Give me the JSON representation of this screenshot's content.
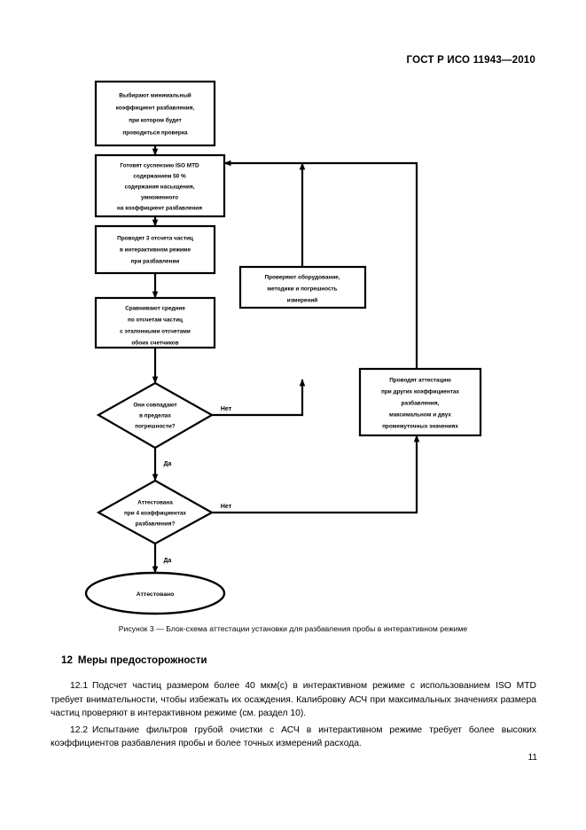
{
  "document": {
    "header": "ГОСТ Р ИСО 11943—2010",
    "page_number": "11"
  },
  "figure": {
    "caption": "Рисунок 3 — Блок-схема аттестации установки для разбавления пробы в интерактивном режиме",
    "nodes": {
      "box1": {
        "lines": [
          "Выбирают минимальный",
          "коэффициент разбавления,",
          "при котором будет",
          "проводиться проверка"
        ]
      },
      "box2": {
        "lines": [
          "Готовят суспензию ISO MTD",
          "содержанием 50 %",
          "содержания насыщения,",
          "умноженного",
          "на коэффициент разбавления"
        ]
      },
      "box3": {
        "lines": [
          "Проводят 3 отсчета частиц",
          "в интерактивном режиме",
          "при разбавлении"
        ]
      },
      "box4": {
        "lines": [
          "Сравнивают средние",
          "по отсчетам частиц",
          "с эталонными отсчетами",
          "обоих счетчиков"
        ]
      },
      "decision1": {
        "lines": [
          "Они совпадают",
          "в пределах",
          "погрешности?"
        ]
      },
      "decision2": {
        "lines": [
          "Аттестована",
          "при 4 коэффициентах",
          "разбавления?"
        ]
      },
      "box_check": {
        "lines": [
          "Проверяют оборудование,",
          "методики и погрешность",
          "измерений"
        ]
      },
      "box_other": {
        "lines": [
          "Проводят аттестацию",
          "при других коэффициентах",
          "разбавления,",
          "максимальном и двух",
          "промежуточных значениях"
        ]
      },
      "terminal": {
        "label": "Аттестовано"
      }
    },
    "edge_labels": {
      "decision1_no": "Нет",
      "decision1_yes": "Да",
      "decision2_no": "Нет",
      "decision2_yes": "Да"
    }
  },
  "section": {
    "number": "12",
    "title": "Меры предосторожности",
    "paragraphs": [
      {
        "number": "12.1",
        "text": "Подсчет частиц размером более 40 мкм(с) в интерактивном режиме с использованием ISO MTD требует внимательности, чтобы избежать их осаждения. Калибровку АСЧ при максимальных значениях размера частиц проверяют в интерактивном режиме (см. раздел 10)."
      },
      {
        "number": "12.2",
        "text": "Испытание фильтров грубой очистки с АСЧ в интерактивном режиме требует более высоких коэффициентов разбавления пробы и более точных измерений расхода."
      }
    ]
  }
}
